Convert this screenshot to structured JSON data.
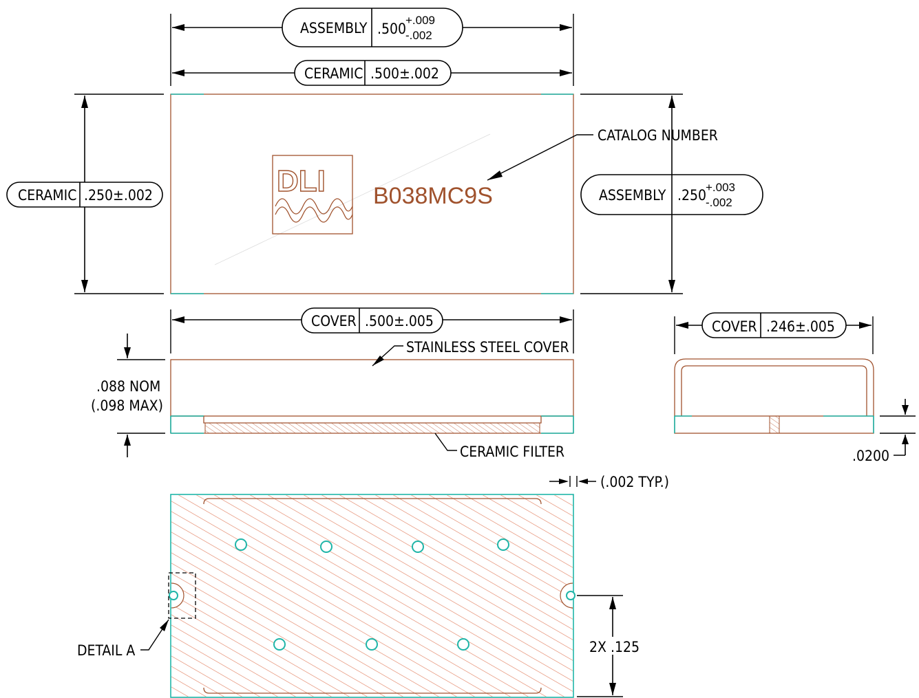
{
  "dimensions": {
    "assembly_length_label": "ASSEMBLY",
    "assembly_length_nominal": ".500",
    "assembly_length_tol_plus": "+.009",
    "assembly_length_tol_minus": "-.002",
    "ceramic_length_label": "CERAMIC",
    "ceramic_length_value": ".500±.002",
    "ceramic_width_label": "CERAMIC",
    "ceramic_width_value": ".250±.002",
    "assembly_width_label": "ASSEMBLY",
    "assembly_width_nominal": ".250",
    "assembly_width_tol_plus": "+.003",
    "assembly_width_tol_minus": "-.002",
    "cover_length_label": "COVER",
    "cover_length_value": ".500±.005",
    "cover_width_label": "COVER",
    "cover_width_value": ".246±.005",
    "height_nom": ".088 NOM",
    "height_max": "(.098 MAX)",
    "base_thickness": ".0200",
    "gap_typ": "(.002 TYP.)",
    "hole_offset": "2X .125"
  },
  "callouts": {
    "catalog_number": "CATALOG NUMBER",
    "stainless_cover": "STAINLESS STEEL COVER",
    "ceramic_filter": "CERAMIC FILTER",
    "detail_a": "DETAIL A"
  },
  "part_marking": {
    "logo": "DLI",
    "catalog": "B038MC9S"
  },
  "colors": {
    "part_outline": "#a0522d",
    "metallization": "#1fb5a8",
    "dimension": "#000000"
  }
}
